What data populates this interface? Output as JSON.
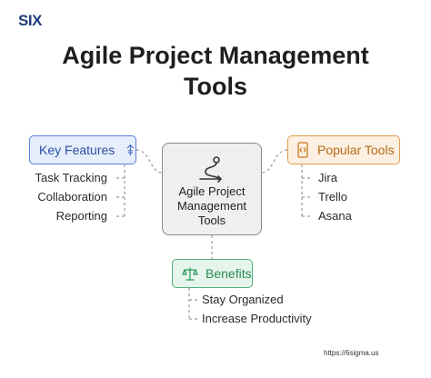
{
  "logo": {
    "text": "SIX"
  },
  "title": {
    "line1": "Agile Project Management",
    "line2": "Tools"
  },
  "center": {
    "line1": "Agile Project",
    "line2": "Management",
    "line3": "Tools",
    "icon": "path-flow-icon"
  },
  "key_features": {
    "label": "Key Features",
    "icon": "arrow-up-icon",
    "color": "#5a7fd8",
    "items": [
      "Task Tracking",
      "Collaboration",
      "Reporting"
    ]
  },
  "popular_tools": {
    "label": "Popular Tools",
    "icon": "code-file-icon",
    "color": "#e39b4f",
    "items": [
      "Jira",
      "Trello",
      "Asana"
    ]
  },
  "benefits": {
    "label": "Benefits",
    "icon": "balance-scale-icon",
    "color": "#4fb27a",
    "items": [
      "Stay Organized",
      "Increase Productivity"
    ]
  },
  "footer": {
    "url": "https://6sigma.us"
  }
}
